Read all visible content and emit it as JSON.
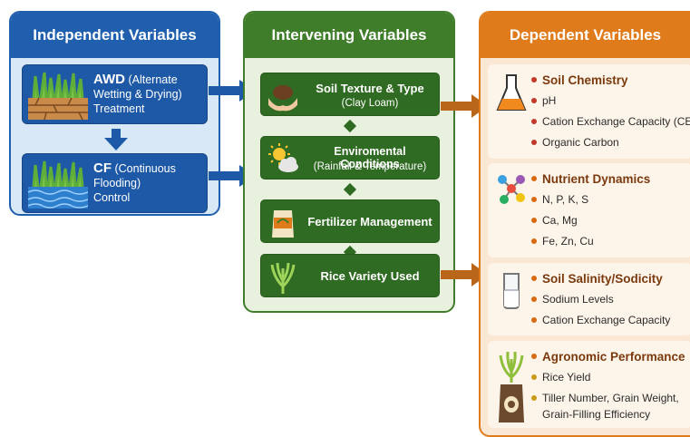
{
  "independent": {
    "title": "Independent Variables",
    "awd": {
      "label": "AWD",
      "detail1": "(Alternate",
      "detail2": "Wetting & Drying)",
      "role": "Treatment"
    },
    "cf": {
      "label": "CF",
      "detail1": "(Continuous",
      "detail2": "Flooding)",
      "role": "Control"
    }
  },
  "intervening": {
    "title": "Intervening Variables",
    "items": [
      {
        "label": "Soil Texture & Type",
        "sub": "(Clay Loam)",
        "icon": "hands-soil-icon"
      },
      {
        "label": "Enviromental Conditions",
        "sub": "(Rainfall & Temperature)",
        "icon": "sun-cloud-icon"
      },
      {
        "label": "Fertilizer Management",
        "sub": "",
        "icon": "fertilizer-bag-icon"
      },
      {
        "label": "Rice Variety Used",
        "sub": "",
        "icon": "rice-plant-icon"
      }
    ]
  },
  "dependent": {
    "title": "Dependent Variables",
    "groups": [
      {
        "heading": "Soil Chemistry",
        "items": [
          "pH",
          "Cation Exchange Capacity (CEC)",
          "Organic Carbon"
        ],
        "icon": "flask-icon"
      },
      {
        "heading": "Nutrient Dynamics",
        "items": [
          "N, P, K, S",
          "Ca, Mg",
          "Fe, Zn, Cu"
        ],
        "icon": "molecule-icon"
      },
      {
        "heading": "Soil Salinity/Sodicity",
        "items": [
          "Sodium Levels",
          "Cation Exchange Capacity"
        ],
        "icon": "salt-beaker-icon"
      },
      {
        "heading": "Agronomic Performance",
        "items": [
          "Rice Yield",
          "Tiller Number, Grain Weight,",
          "Grain-Filling Efficiency"
        ],
        "icon": "rice-sack-icon"
      }
    ]
  },
  "colors": {
    "independent": "#1f5fae",
    "intervening": "#3f7d2a",
    "dependent": "#e07b1c"
  }
}
